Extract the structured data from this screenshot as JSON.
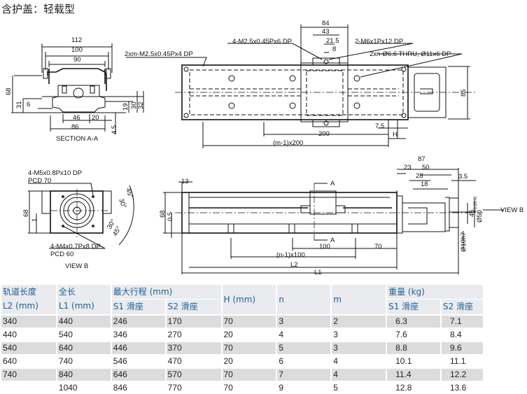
{
  "title": "含护盖：轻载型",
  "section_aa": {
    "label": "SECTION A-A",
    "dims": {
      "w112": "112",
      "w100": "100",
      "w90": "90",
      "h68": "68",
      "h31": "31",
      "d6": "6",
      "w46": "46",
      "w20": "20",
      "w86": "86",
      "h19": "19",
      "h30": "30",
      "h32": "32",
      "h4_5": "4.5"
    }
  },
  "top_view": {
    "notes": {
      "tap_m": "2xm-M2.5x0.45Px4 DP",
      "tap_4": "4-M2.5x0.45Px6 DP",
      "tap_2": "2-M6x1Px12 DP",
      "thru": "2xn-Ø6.6 THRU, Ø11x6 DP"
    },
    "dims": {
      "w84": "84",
      "w43": "43",
      "w21_5": "21.5",
      "w8": "8",
      "h85": "85",
      "p200": "200",
      "d7_5": "7.5",
      "h": "H",
      "pm": "(m-1)x200"
    }
  },
  "view_b": {
    "label": "VIEW B",
    "notes": {
      "m5": "4-M5x0.8Px10 DP",
      "pcd70": "PCD 70",
      "m4": "4-M4x0.7Px8 DP",
      "pcd60": "PCD 60"
    },
    "dims": {
      "h68": "68",
      "d1": "1",
      "a45a": "45°",
      "a30a": "30°",
      "a30b": "30°",
      "a45b": "45°"
    }
  },
  "side_view": {
    "arrow_label": "VIEW B",
    "section_mark": "A",
    "dims": {
      "w87": "87",
      "w23": "23",
      "w50": "50",
      "w28": "28",
      "w18": "18",
      "w3_5": "3.5",
      "w13": "13",
      "h68": "68",
      "h0_5": "0.5",
      "h46": "46",
      "d50": "Ø50",
      "d50_tol": "+0.05 -0",
      "d10": "Ø10h7",
      "p100": "100",
      "p70": "70",
      "pn": "(n-1)x100",
      "l2": "L2",
      "l1": "L1"
    }
  },
  "table": {
    "headers": {
      "l2": [
        "轨道长度",
        "L2 (mm)"
      ],
      "l1": [
        "全长",
        "L1 (mm)"
      ],
      "stroke": "最大行程 (mm)",
      "stroke_s1": "S1 滑座",
      "stroke_s2": "S2 滑座",
      "h": "H (mm)",
      "n": "n",
      "m": "m",
      "weight": "重量 (kg)",
      "weight_s1": "S1 滑座",
      "weight_s2": "S2 滑座"
    },
    "rows": [
      [
        "340",
        "440",
        "246",
        "170",
        "70",
        "3",
        "2",
        "6.3",
        "7.1"
      ],
      [
        "440",
        "540",
        "346",
        "270",
        "20",
        "4",
        "3",
        "7.6",
        "8.4"
      ],
      [
        "540",
        "640",
        "446",
        "370",
        "70",
        "5",
        "3",
        "8.8",
        "9.6"
      ],
      [
        "640",
        "740",
        "546",
        "470",
        "20",
        "6",
        "4",
        "10.1",
        "11.1"
      ],
      [
        "740",
        "840",
        "646",
        "570",
        "70",
        "7",
        "4",
        "11.4",
        "12.2"
      ],
      [
        "",
        "1040",
        "846",
        "770",
        "70",
        "9",
        "5",
        "12.8",
        "13.6"
      ]
    ]
  }
}
